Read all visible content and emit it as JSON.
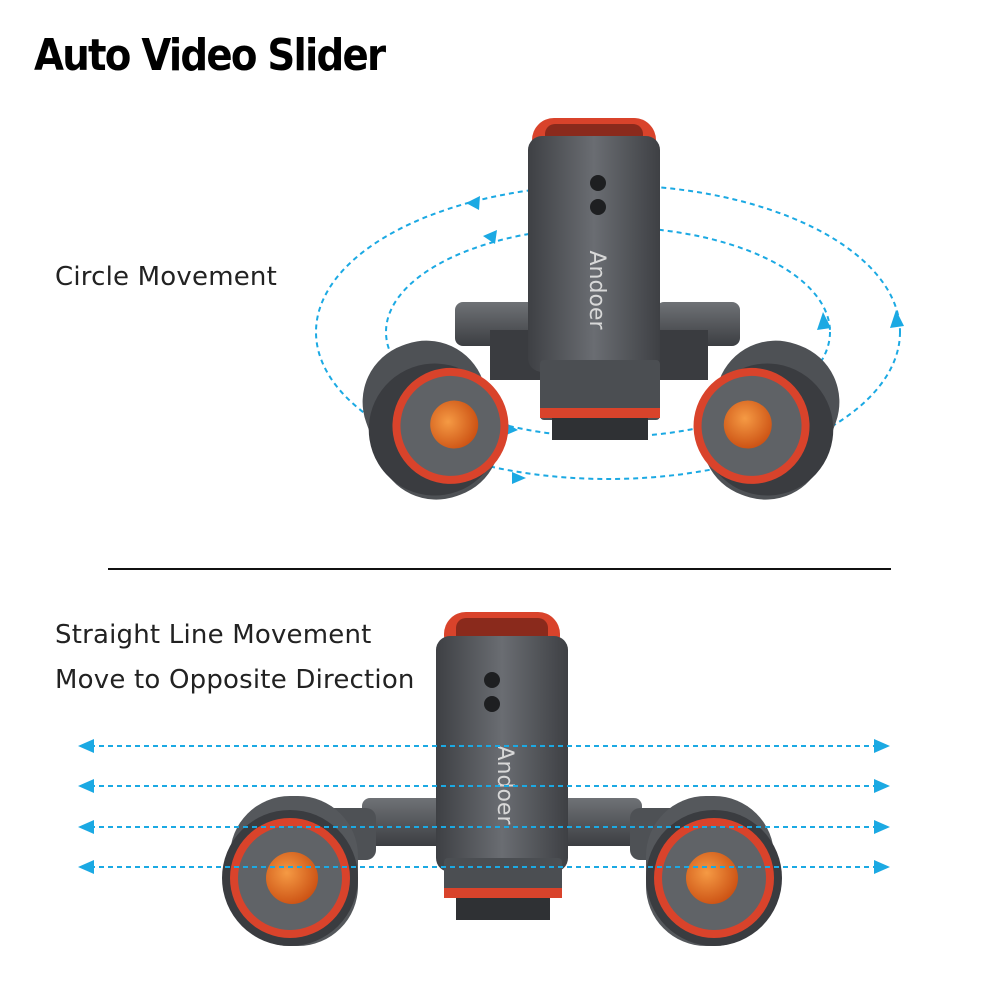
{
  "title": "Auto Video Slider",
  "sections": {
    "circle": {
      "label": "Circle Movement"
    },
    "straight": {
      "label_line1": "Straight Line Movement",
      "label_line2": "Move to Opposite Direction"
    }
  },
  "product": {
    "brand": "Andoer"
  },
  "colors": {
    "body": "#5b5e63",
    "body_dark": "#3e4044",
    "accent_ring": "#d9432b",
    "knob": "#e8661c",
    "arrow": "#1ba9e3"
  },
  "icons": [
    "arrow-left-icon",
    "arrow-right-icon",
    "dashed-ellipse-arrow-icon"
  ]
}
